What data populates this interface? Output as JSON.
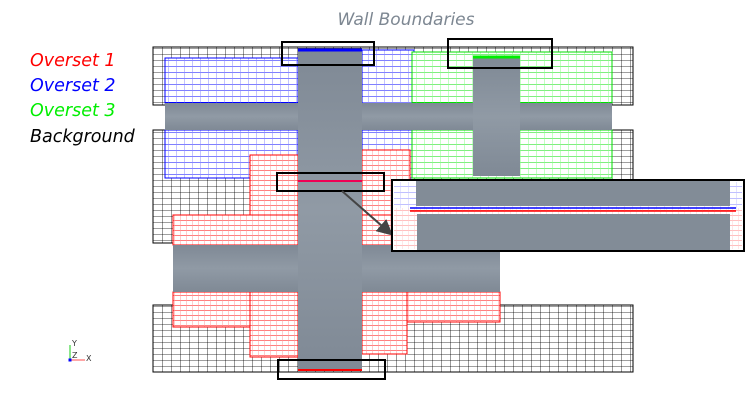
{
  "title": "Wall Boundaries",
  "legend": [
    {
      "label": "Overset 1",
      "color": "#ff0000"
    },
    {
      "label": "Overset 2",
      "color": "#0000ff"
    },
    {
      "label": "Overset 3",
      "color": "#00ee00"
    },
    {
      "label": "Background",
      "color": "#000000"
    }
  ],
  "axes_triad": {
    "y": "Y",
    "z": "Z",
    "x": "X"
  },
  "colors": {
    "geometry": "#86909b",
    "frame": "#000000"
  }
}
